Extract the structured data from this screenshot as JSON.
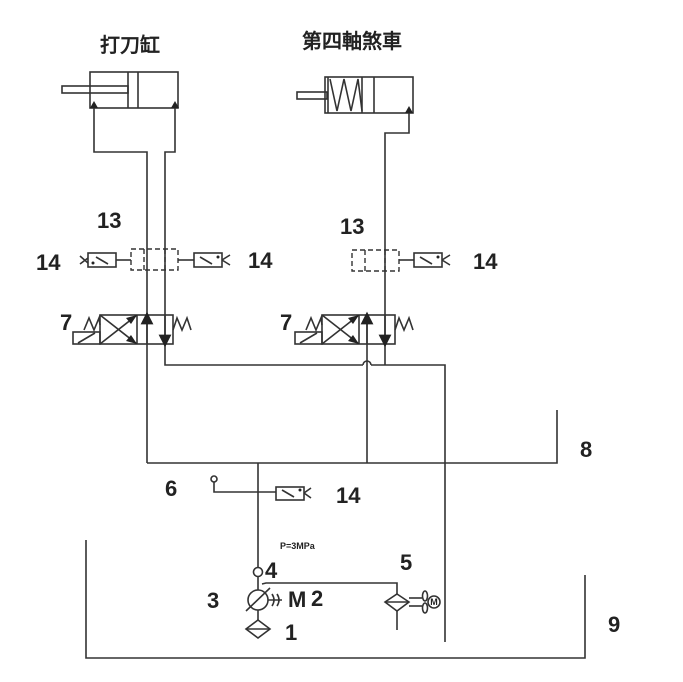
{
  "titles": {
    "left_cylinder": "打刀缸",
    "right_cylinder": "第四軸煞車"
  },
  "labels": {
    "block_left": "13",
    "block_right": "13",
    "switch_left_a": "14",
    "switch_left_b": "14",
    "switch_right": "14",
    "switch_pressure": "14",
    "valve_left": "7",
    "valve_right": "7",
    "main_line": "8",
    "tank": "9",
    "gauge": "6",
    "check_valve": "4",
    "pump": "3",
    "motor": "2",
    "motor_letter": "M",
    "suction_filter": "1",
    "cooler": "5",
    "cooler_motor": "M",
    "pressure": "P=3MPa"
  }
}
